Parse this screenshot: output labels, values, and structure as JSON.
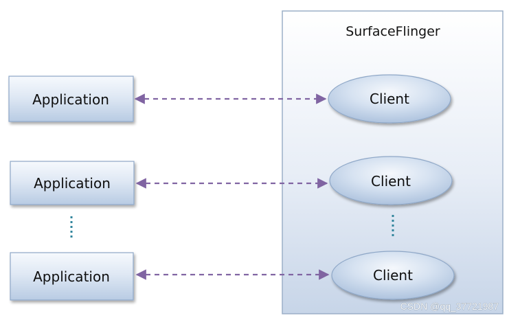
{
  "surfaceflinger": {
    "title": "SurfaceFlinger"
  },
  "applications": [
    {
      "label": "Application"
    },
    {
      "label": "Application"
    },
    {
      "label": "Application"
    }
  ],
  "clients": [
    {
      "label": "Client"
    },
    {
      "label": "Client"
    },
    {
      "label": "Client"
    }
  ],
  "watermark": "CSDN @qq_37721987",
  "colors": {
    "arrow": "#8064a2",
    "ellipsis": "#31859c",
    "panel_border": "#9bafc7",
    "box_border": "#8ea7c7"
  }
}
